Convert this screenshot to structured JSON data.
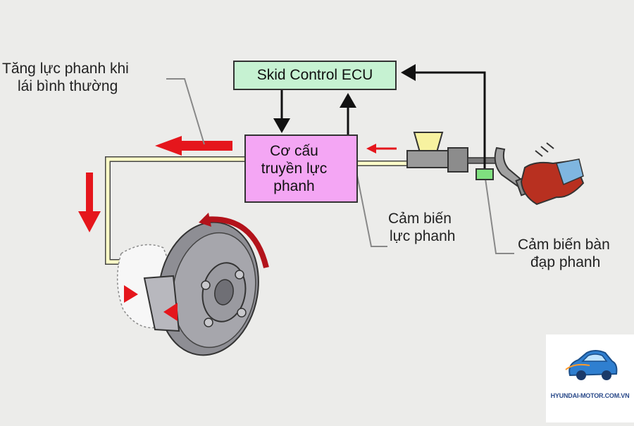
{
  "labels": {
    "boost_line1": "Tăng lực phanh khi",
    "boost_line2": "lái bình thường",
    "ecu": "Skid Control ECU",
    "module_line1": "Cơ cấu",
    "module_line2": "truyền lực",
    "module_line3": "phanh",
    "force_sensor_line1": "Cảm biến",
    "force_sensor_line2": "lực phanh",
    "pedal_sensor_line1": "Cảm biến bàn",
    "pedal_sensor_line2": "đạp phanh"
  },
  "watermark": {
    "text": "HYUNDAI-MOTOR.COM.VN",
    "icon": "car-logo-icon"
  },
  "colors": {
    "background": "#ececea",
    "ecu_fill": "#c6f2d2",
    "module_fill": "#f4a6f4",
    "sensor_fill": "#7fe07f",
    "arrow_red": "#e5161c",
    "rotation_arrow": "#b3131b",
    "brake_line": "#fdfcc8"
  }
}
